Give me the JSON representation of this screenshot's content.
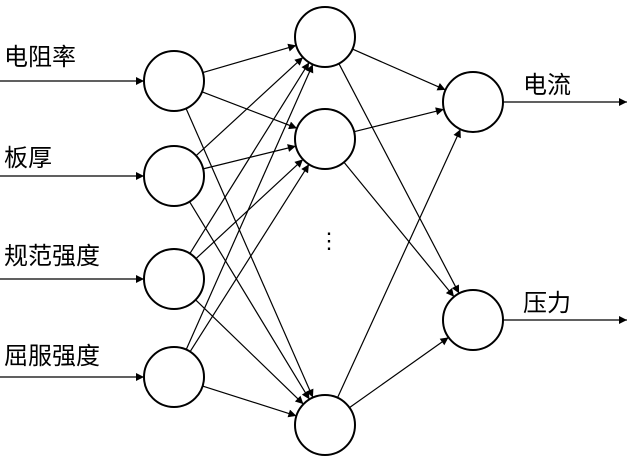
{
  "inputs": {
    "labels": [
      "电阻率",
      "板厚",
      "规范强度",
      "屈服强度"
    ]
  },
  "outputs": {
    "labels": [
      "电流",
      "压力"
    ]
  },
  "hidden_ellipsis": "⋮",
  "line_color": "#000000"
}
